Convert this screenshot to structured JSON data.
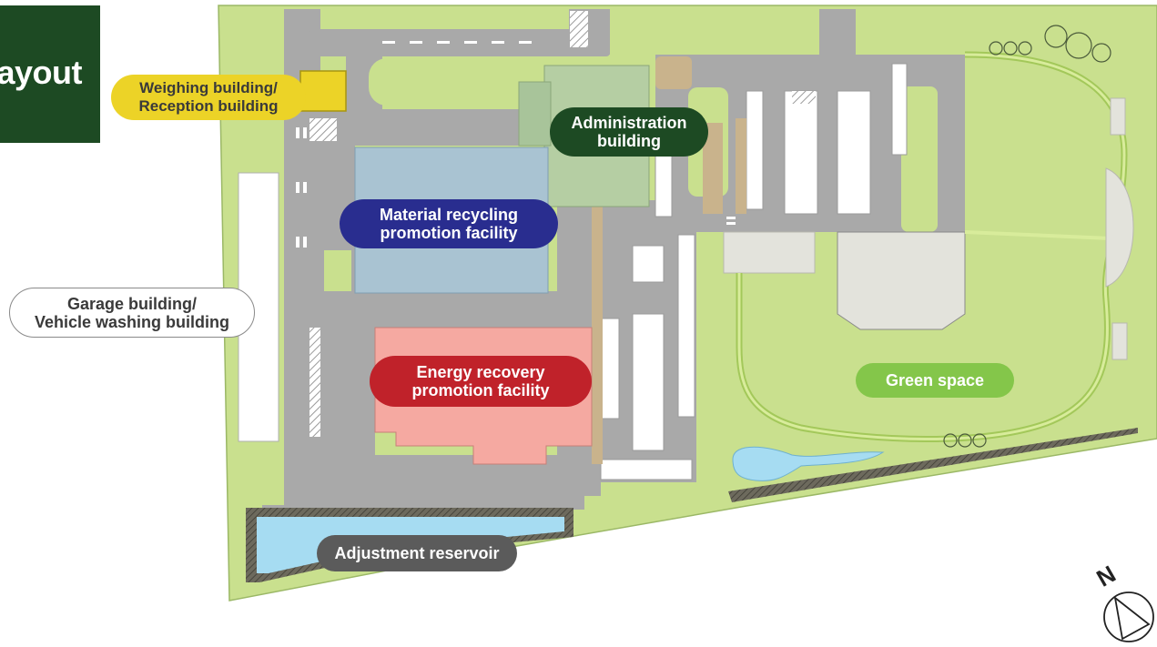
{
  "title": "ayout",
  "labels": {
    "weighing": [
      "Weighing building/",
      "Reception building"
    ],
    "administration": [
      "Administration",
      "building"
    ],
    "material": [
      "Material recycling",
      "promotion facility"
    ],
    "garage": [
      "Garage building/",
      "Vehicle washing building"
    ],
    "energy": [
      "Energy recovery",
      "promotion facility"
    ],
    "green": "Green space",
    "reservoir": "Adjustment reservoir"
  },
  "compass": "N",
  "colors": {
    "green_space": "#c9e08e",
    "road": "#a9a9a9",
    "administration": "#1d4a23",
    "material": "#292d8f",
    "energy": "#c0222a",
    "weighing": "#ecd327",
    "green_label": "#84c64a",
    "reservoir_label": "#5b5b5b",
    "water": "#a6dcf2"
  }
}
